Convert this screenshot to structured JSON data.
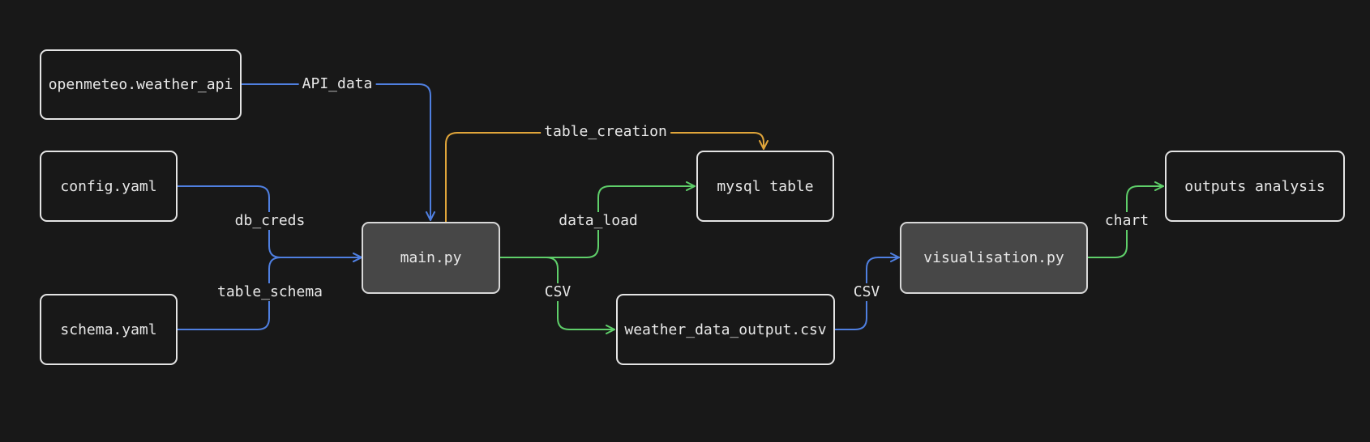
{
  "nodes": {
    "api": "openmeteo.weather_api",
    "config": "config.yaml",
    "schema": "schema.yaml",
    "main": "main.py",
    "mysql": "mysql table",
    "csv": "weather_data_output.csv",
    "vis": "visualisation.py",
    "outputs": "outputs analysis"
  },
  "edges": {
    "api_data": "API_data",
    "table_creation": "table_creation",
    "db_creds": "db_creds",
    "table_schema": "table_schema",
    "data_load": "data_load",
    "csv_out": "CSV",
    "csv_in": "CSV",
    "chart": "chart"
  },
  "colors": {
    "blue": "#4f7fe0",
    "orange": "#e0a53a",
    "green": "#5fcf6a",
    "node_border": "#e4e4e4",
    "script_fill": "#474747",
    "background": "#181818"
  }
}
